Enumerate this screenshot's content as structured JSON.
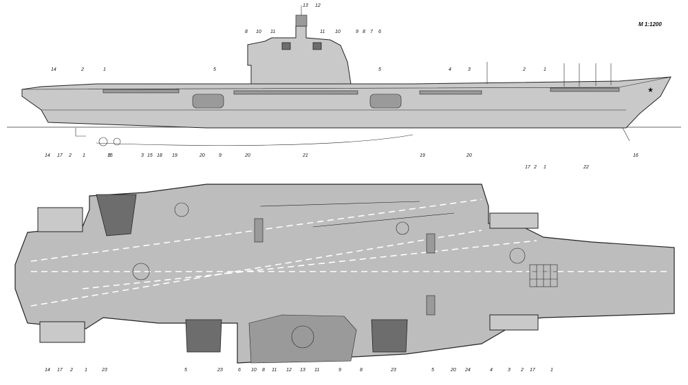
{
  "scale_label": "M 1:1200",
  "side_view_callouts": [
    "13",
    "12",
    "8",
    "10",
    "11",
    "11",
    "10",
    "9",
    "8",
    "7",
    "6",
    "14",
    "2",
    "1",
    "5",
    "5",
    "4",
    "3",
    "2",
    "1",
    "15",
    "16"
  ],
  "plan_view_callouts": [
    "14",
    "17",
    "2",
    "1",
    "5",
    "3",
    "15",
    "18",
    "19",
    "20",
    "9",
    "20",
    "21",
    "19",
    "20",
    "2",
    "17",
    "1",
    "22",
    "14",
    "17",
    "2",
    "1",
    "23",
    "5",
    "23",
    "6",
    "10",
    "8",
    "11",
    "12",
    "13",
    "11",
    "9",
    "8",
    "23",
    "5",
    "20",
    "24",
    "4",
    "3",
    "2",
    "17",
    "1"
  ]
}
